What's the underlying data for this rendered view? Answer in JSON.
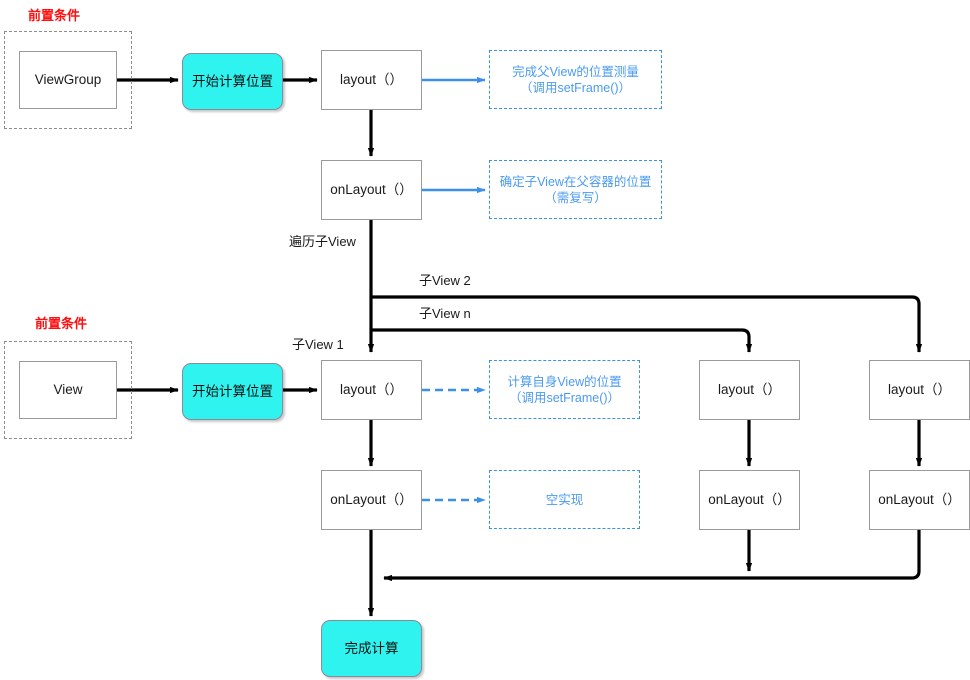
{
  "diagram": {
    "title": "View layout process flowchart",
    "colors": {
      "accent_cyan": "#2ff3ef",
      "note_blue": "#4a9bf0",
      "label_red": "#ff0f0f",
      "box_border": "#9a9a9a",
      "edge_black": "#000000"
    }
  },
  "section_labels": [
    {
      "text": "前置条件"
    },
    {
      "text": "前置条件"
    }
  ],
  "nodes": {
    "viewgroup": "ViewGroup",
    "view": "View",
    "start_calc_top": "开始计算位置",
    "start_calc_bottom": "开始计算位置",
    "layout_parent": "layout（）",
    "onlayout_parent": "onLayout（）",
    "layout_child1": "layout（）",
    "onlayout_child1": "onLayout（）",
    "layout_childn": "layout（）",
    "onlayout_childn": "onLayout（）",
    "layout_child2": "layout（）",
    "onlayout_child2": "onLayout（）",
    "finish": "完成计算"
  },
  "notes": {
    "note_parent_layout_line1": "完成父View的位置测量",
    "note_parent_layout_line2": "（调用setFrame()）",
    "note_parent_onlayout_line1": "确定子View在父容器的位置",
    "note_parent_onlayout_line2": "（需复写）",
    "note_child_layout_line1": "计算自身View的位置",
    "note_child_layout_line2": "（调用setFrame()）",
    "note_child_onlayout_line1": "空实现"
  },
  "edge_labels": {
    "traverse_children": "遍历子View",
    "child_view_2": "子View 2",
    "child_view_n": "子View n",
    "child_view_1": "子View 1"
  }
}
